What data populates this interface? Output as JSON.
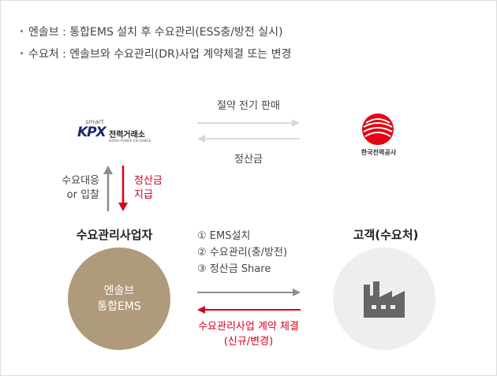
{
  "bullets": [
    "엔솔브 : 통합EMS 설치 후 수요관리(ESS충/방전 실시)",
    "수요처 : 엔솔브와 수요관리(DR)사업 계약체결 또는 변경"
  ],
  "kpx_logo": {
    "smart": "smart",
    "mark": "KPX",
    "korean": "전력거래소",
    "english": "KOREA POWER EXCHANGE"
  },
  "kepco_logo": {
    "korean": "한국전력공사"
  },
  "top_arrows": {
    "sell_label": "절약 전기 판매",
    "settle_label": "정산금"
  },
  "vertical_arrows": {
    "left_label_line1": "수요대응",
    "left_label_line2": "or 입찰",
    "right_label_line1": "정산금",
    "right_label_line2": "지급"
  },
  "operator": {
    "title": "수요관리사업자",
    "circle_line1": "엔솔브",
    "circle_line2": "통합EMS"
  },
  "customer": {
    "title": "고객(수요처)",
    "icon": "factory-icon"
  },
  "services": [
    "① EMS설치",
    "② 수요관리(충/방전)",
    "③ 정산금 Share"
  ],
  "contract": {
    "line1": "수요관리사업 계약 체결",
    "line2": "(신규/변경)"
  },
  "colors": {
    "red": "#d7001c",
    "gray_arrow": "#8c8c8c",
    "light_arrow": "#d9d9d9",
    "gold_circle": "#b09a7c",
    "gray_circle": "#eeeeee",
    "factory": "#666666"
  }
}
